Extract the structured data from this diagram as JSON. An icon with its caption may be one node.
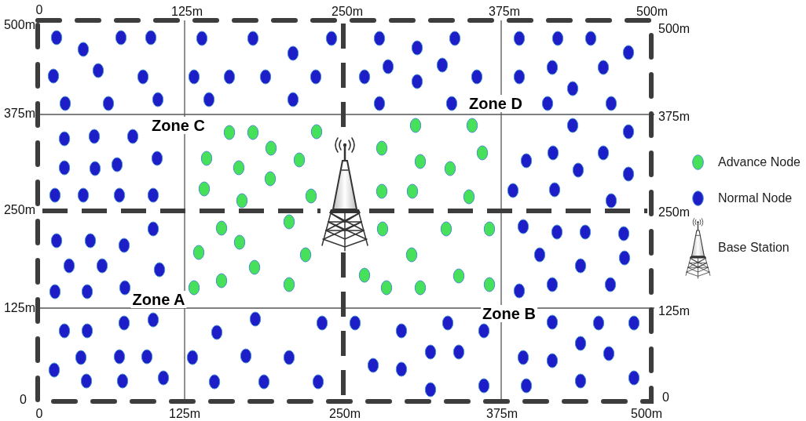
{
  "diagram": {
    "labels": [
      "0",
      "125m",
      "250m",
      "375m",
      "500m",
      "500m",
      "500m",
      "Zone D",
      "375m",
      "375m",
      "Zone C",
      "250m",
      "250m",
      "Zone A",
      "125m",
      "Zone B",
      "125m",
      "0",
      "0",
      "0",
      "125m",
      "250m",
      "375m",
      "500m"
    ],
    "legend": [
      {
        "text": "Advance Node",
        "color": "#46e05a"
      },
      {
        "text": "Normal Node",
        "color": "#1e1ec8"
      },
      {
        "text": "Base Station"
      }
    ]
  }
}
